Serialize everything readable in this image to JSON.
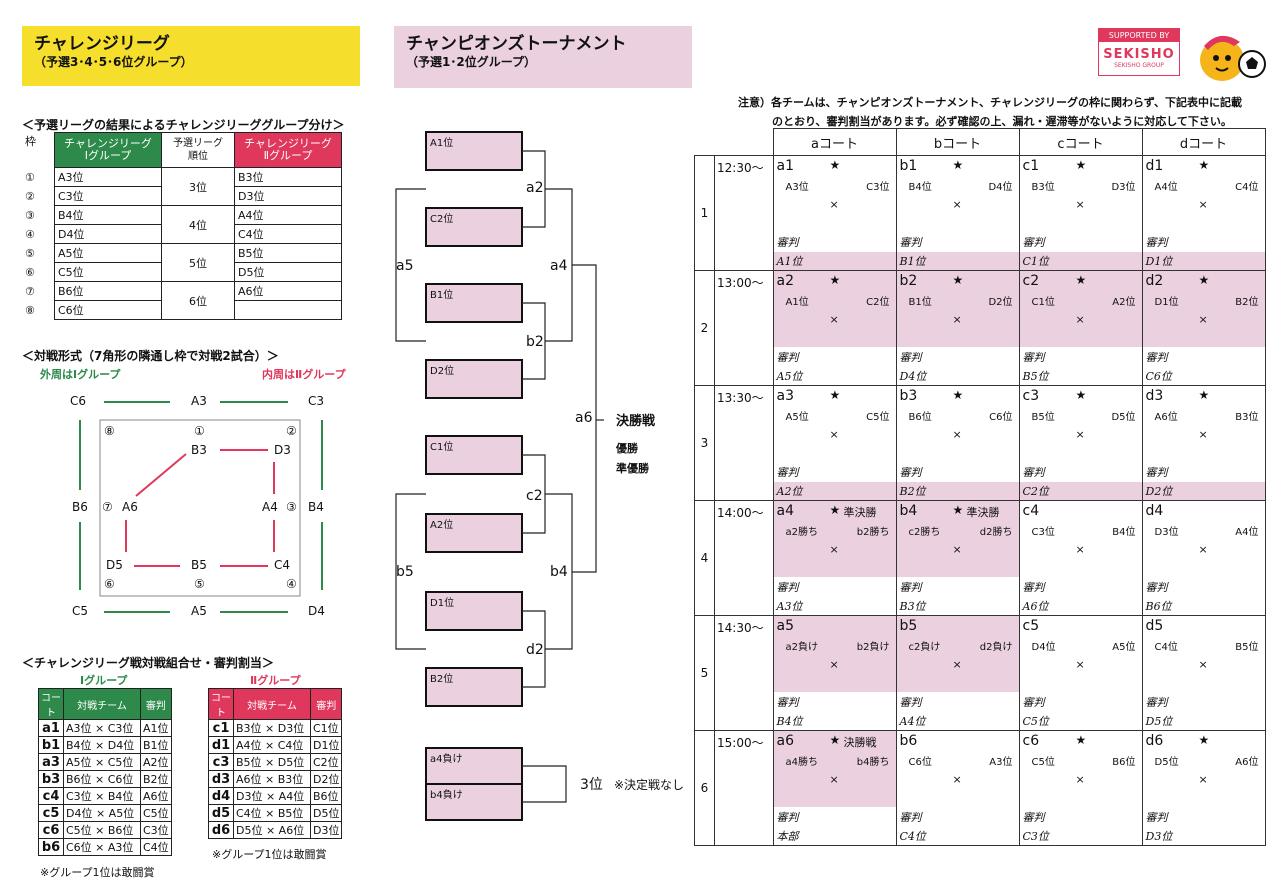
{
  "challenge": {
    "title": "チャレンジリーグ",
    "subtitle": "（予選3･4･5･6位グループ）"
  },
  "champions": {
    "title": "チャンピオンズトーナメント",
    "subtitle": "（予選1･2位グループ）"
  },
  "sponsor": {
    "supported_by": "SUPPORTED BY",
    "logo": "SEKISHO",
    "group": "SEKISHO GROUP"
  },
  "colors": {
    "yellow": "#f6df2c",
    "pink": "#ebd0e0",
    "green": "#2d8a4a",
    "red": "#e0375c"
  },
  "grouping": {
    "heading": "＜予選リーグの結果によるチャレンジリーググループ分け＞",
    "waku": "枠",
    "group1_line1": "チャレンジリーグ",
    "group1_line2": "Ⅰグループ",
    "rank_line1": "予選リーグ",
    "rank_line2": "順位",
    "group2_line1": "チャレンジリーグ",
    "group2_line2": "Ⅱグループ",
    "rows": [
      {
        "num": "①",
        "g1": "A3位",
        "g2": "B3位"
      },
      {
        "num": "②",
        "g1": "C3位",
        "g2": "D3位"
      },
      {
        "num": "③",
        "g1": "B4位",
        "g2": "A4位"
      },
      {
        "num": "④",
        "g1": "D4位",
        "g2": "C4位"
      },
      {
        "num": "⑤",
        "g1": "A5位",
        "g2": "B5位"
      },
      {
        "num": "⑥",
        "g1": "C5位",
        "g2": "D5位"
      },
      {
        "num": "⑦",
        "g1": "B6位",
        "g2": "A6位"
      },
      {
        "num": "⑧",
        "g1": "C6位",
        "g2": ""
      }
    ],
    "ranks": [
      "3位",
      "4位",
      "5位",
      "6位"
    ]
  },
  "format": {
    "heading": "＜対戦形式（7角形の隣通し枠で対戦2試合）＞",
    "outer": "外周はⅠグループ",
    "inner": "内周はⅡグループ",
    "outer_labels": [
      "C6",
      "A3",
      "C3",
      "B6",
      "B4",
      "C5",
      "A5",
      "D4"
    ],
    "inner_labels": [
      "B3",
      "D3",
      "A6",
      "A4",
      "D5",
      "B5",
      "C4"
    ],
    "nums": [
      "⑧",
      "①",
      "②",
      "⑦",
      "③",
      "⑥",
      "⑤",
      "④"
    ]
  },
  "matches": {
    "heading": "＜チャレンジリーグ戦対戦組合せ・審判割当＞",
    "g1_title": "Ⅰグループ",
    "g2_title": "Ⅱグループ",
    "h_court": "コート",
    "h_teams": "対戦チーム",
    "h_ref": "審判",
    "g1": [
      {
        "code": "a1",
        "teams": "A3位 × C3位",
        "ref": "A1位"
      },
      {
        "code": "b1",
        "teams": "B4位 × D4位",
        "ref": "B1位"
      },
      {
        "code": "a3",
        "teams": "A5位 × C5位",
        "ref": "A2位"
      },
      {
        "code": "b3",
        "teams": "B6位 × C6位",
        "ref": "B2位"
      },
      {
        "code": "c4",
        "teams": "C3位 × B4位",
        "ref": "A6位"
      },
      {
        "code": "c5",
        "teams": "D4位 × A5位",
        "ref": "C5位"
      },
      {
        "code": "c6",
        "teams": "C5位 × B6位",
        "ref": "C3位"
      },
      {
        "code": "b6",
        "teams": "C6位 × A3位",
        "ref": "C4位"
      }
    ],
    "g2": [
      {
        "code": "c1",
        "teams": "B3位 × D3位",
        "ref": "C1位"
      },
      {
        "code": "d1",
        "teams": "A4位 × C4位",
        "ref": "D1位"
      },
      {
        "code": "c3",
        "teams": "B5位 × D5位",
        "ref": "C2位"
      },
      {
        "code": "d3",
        "teams": "A6位 × B3位",
        "ref": "D2位"
      },
      {
        "code": "d4",
        "teams": "D3位 × A4位",
        "ref": "B6位"
      },
      {
        "code": "d5",
        "teams": "C4位 × B5位",
        "ref": "D5位"
      },
      {
        "code": "d6",
        "teams": "D5位 × A6位",
        "ref": "D3位"
      }
    ],
    "note1": "※グループ1位は敢闘賞",
    "note2": "※グループ1位は敢闘賞"
  },
  "bracket": {
    "slots": [
      "A1位",
      "C2位",
      "B1位",
      "D2位",
      "C1位",
      "A2位",
      "D1位",
      "B2位"
    ],
    "r1": [
      "a2",
      "b2",
      "c2",
      "d2"
    ],
    "r2": [
      "a5",
      "a4",
      "b5",
      "b4"
    ],
    "final": "a6",
    "final_label": "決勝戦",
    "win": "優勝",
    "runner": "準優勝",
    "third_slots": [
      "a4負け",
      "b4負け"
    ],
    "third": "3位",
    "third_note": "※決定戦なし"
  },
  "notice": {
    "line1": "注意）各チームは、チャンピオンズトーナメント、チャレンジリーグの枠に関わらず、下記表中に記載",
    "line2": "のとおり、審判割当があります。必ず確認の上、漏れ・遅滞等がないように対応して下さい。"
  },
  "schedule": {
    "courts": [
      "aコート",
      "bコート",
      "cコート",
      "dコート"
    ],
    "ref_label": "審判",
    "rows": [
      {
        "num": "1",
        "time": "12:30～",
        "cells": [
          {
            "code": "a1",
            "star": "★",
            "note": "",
            "t1": "A3位",
            "t2": "C3位",
            "ref": "A1位"
          },
          {
            "code": "b1",
            "star": "★",
            "note": "",
            "t1": "B4位",
            "t2": "D4位",
            "ref": "B1位"
          },
          {
            "code": "c1",
            "star": "★",
            "note": "",
            "t1": "B3位",
            "t2": "D3位",
            "ref": "C1位"
          },
          {
            "code": "d1",
            "star": "★",
            "note": "",
            "t1": "A4位",
            "t2": "C4位",
            "ref": "D1位"
          }
        ]
      },
      {
        "num": "2",
        "time": "13:00～",
        "cells": [
          {
            "code": "a2",
            "star": "★",
            "note": "",
            "t1": "A1位",
            "t2": "C2位",
            "ref": "A5位"
          },
          {
            "code": "b2",
            "star": "★",
            "note": "",
            "t1": "B1位",
            "t2": "D2位",
            "ref": "D4位"
          },
          {
            "code": "c2",
            "star": "★",
            "note": "",
            "t1": "C1位",
            "t2": "A2位",
            "ref": "B5位"
          },
          {
            "code": "d2",
            "star": "★",
            "note": "",
            "t1": "D1位",
            "t2": "B2位",
            "ref": "C6位"
          }
        ]
      },
      {
        "num": "3",
        "time": "13:30～",
        "cells": [
          {
            "code": "a3",
            "star": "★",
            "note": "",
            "t1": "A5位",
            "t2": "C5位",
            "ref": "A2位"
          },
          {
            "code": "b3",
            "star": "★",
            "note": "",
            "t1": "B6位",
            "t2": "C6位",
            "ref": "B2位"
          },
          {
            "code": "c3",
            "star": "★",
            "note": "",
            "t1": "B5位",
            "t2": "D5位",
            "ref": "C2位"
          },
          {
            "code": "d3",
            "star": "★",
            "note": "",
            "t1": "A6位",
            "t2": "B3位",
            "ref": "D2位"
          }
        ]
      },
      {
        "num": "4",
        "time": "14:00～",
        "cells": [
          {
            "code": "a4",
            "star": "★",
            "note": "準決勝",
            "t1": "a2勝ち",
            "t2": "b2勝ち",
            "ref": "A3位"
          },
          {
            "code": "b4",
            "star": "★",
            "note": "準決勝",
            "t1": "c2勝ち",
            "t2": "d2勝ち",
            "ref": "B3位"
          },
          {
            "code": "c4",
            "star": "",
            "note": "",
            "t1": "C3位",
            "t2": "B4位",
            "ref": "A6位"
          },
          {
            "code": "d4",
            "star": "",
            "note": "",
            "t1": "D3位",
            "t2": "A4位",
            "ref": "B6位"
          }
        ]
      },
      {
        "num": "5",
        "time": "14:30～",
        "cells": [
          {
            "code": "a5",
            "star": "",
            "note": "",
            "t1": "a2負け",
            "t2": "b2負け",
            "ref": "B4位"
          },
          {
            "code": "b5",
            "star": "",
            "note": "",
            "t1": "c2負け",
            "t2": "d2負け",
            "ref": "A4位"
          },
          {
            "code": "c5",
            "star": "",
            "note": "",
            "t1": "D4位",
            "t2": "A5位",
            "ref": "C5位"
          },
          {
            "code": "d5",
            "star": "",
            "note": "",
            "t1": "C4位",
            "t2": "B5位",
            "ref": "D5位"
          }
        ]
      },
      {
        "num": "6",
        "time": "15:00～",
        "cells": [
          {
            "code": "a6",
            "star": "★",
            "note": "決勝戦",
            "t1": "a4勝ち",
            "t2": "b4勝ち",
            "ref": "本部"
          },
          {
            "code": "b6",
            "star": "",
            "note": "",
            "t1": "C6位",
            "t2": "A3位",
            "ref": "C4位"
          },
          {
            "code": "c6",
            "star": "★",
            "note": "",
            "t1": "C5位",
            "t2": "B6位",
            "ref": "C3位"
          },
          {
            "code": "d6",
            "star": "★",
            "note": "",
            "t1": "D5位",
            "t2": "A6位",
            "ref": "D3位"
          }
        ]
      }
    ]
  }
}
